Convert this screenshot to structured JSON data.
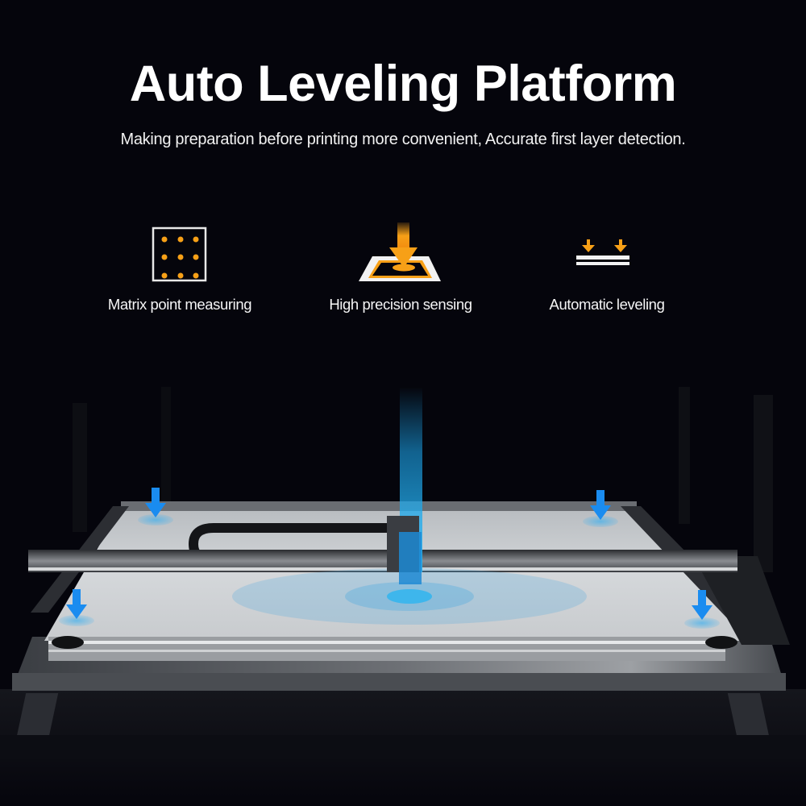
{
  "header": {
    "title": "Auto Leveling Platform",
    "subtitle": "Making preparation before printing more convenient, Accurate first layer detection."
  },
  "features": [
    {
      "icon": "matrix-grid-icon",
      "label": "Matrix point measuring"
    },
    {
      "icon": "precision-sensor-icon",
      "label": "High precision sensing"
    },
    {
      "icon": "auto-level-icon",
      "label": "Automatic leveling"
    }
  ],
  "colors": {
    "background": "#05050c",
    "accent_orange": "#f7a017",
    "accent_blue": "#1a8cf0",
    "text": "#ffffff"
  },
  "image": {
    "description": "3D printer auto leveling bed with probe beam and four corner measurement arrows",
    "probe_points": 4
  }
}
